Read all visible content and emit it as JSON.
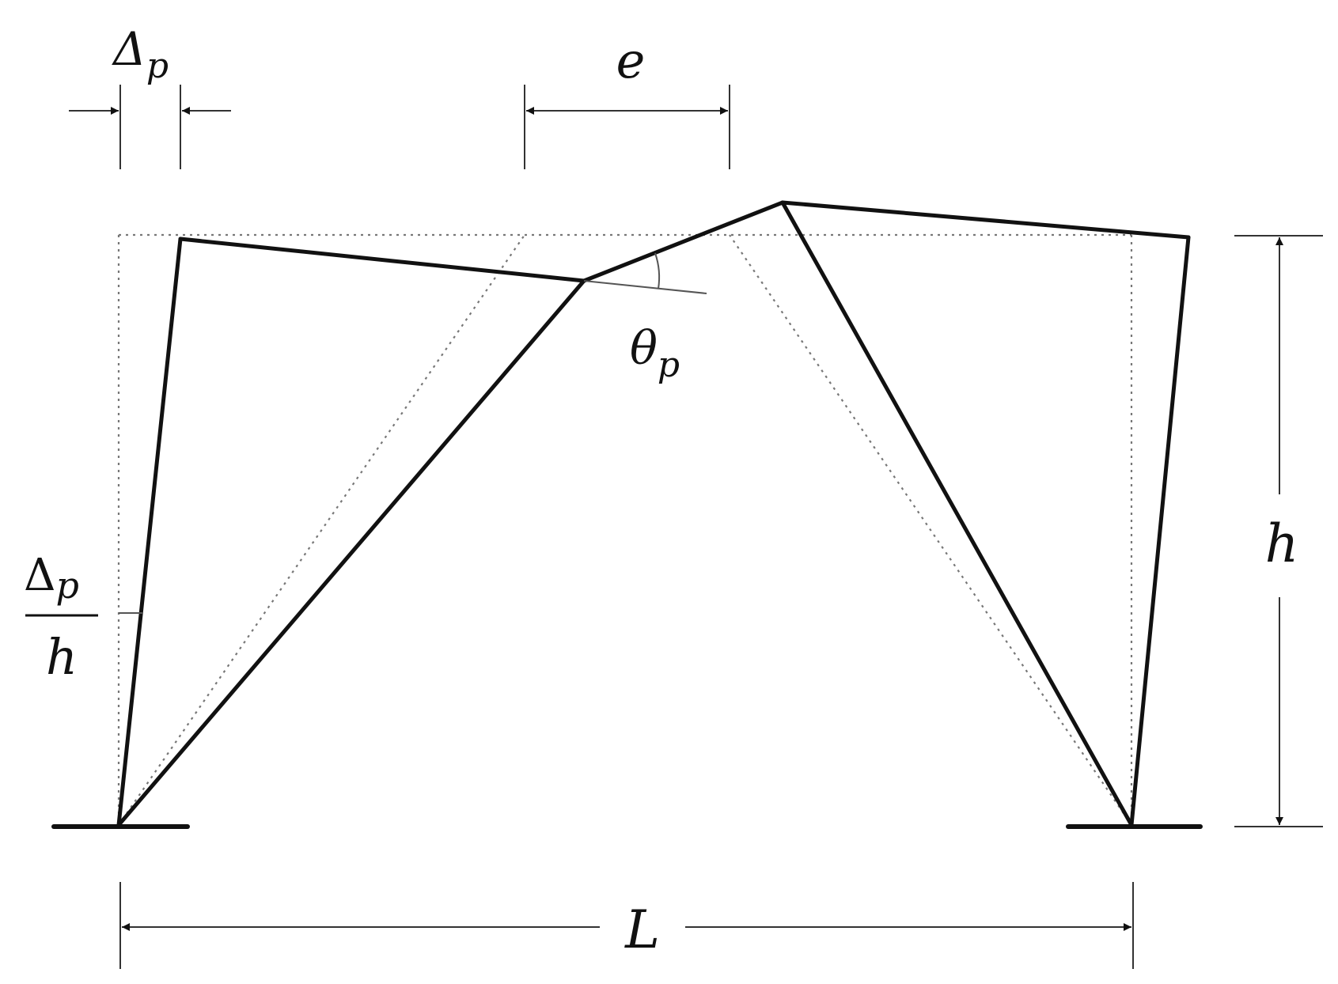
{
  "diagram": {
    "labels": {
      "delta_p_top": "Δ",
      "delta_p_top_sub": "p",
      "e": "e",
      "theta_p": "θ",
      "theta_p_sub": "p",
      "frac_num": "Δ",
      "frac_num_sub": "p",
      "frac_den": "h",
      "h": "h",
      "L": "L"
    },
    "colors": {
      "frame": "#111111",
      "dimension": "#333333",
      "original": "#777777",
      "background": "#ffffff"
    },
    "styles": {
      "original_frame": "dotted",
      "deformed_frame": "solid"
    }
  }
}
